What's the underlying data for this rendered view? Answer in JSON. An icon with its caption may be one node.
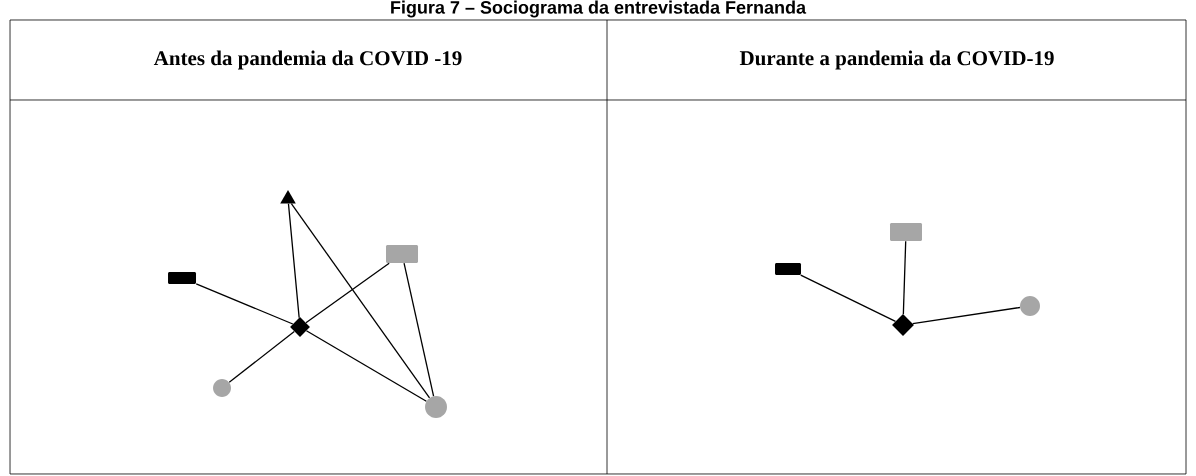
{
  "diagram": {
    "title": "Figura 7 – Sociograma da entrevistada Fernanda",
    "nodes": [
      {
        "text": [],
        "shape": "diamond"
      },
      {
        "text": [],
        "shape": "triangle"
      },
      {
        "text": [],
        "shape": "box"
      },
      {
        "text": [],
        "shape": "box"
      },
      {
        "text": [],
        "shape": "circle"
      },
      {
        "text": [],
        "shape": "circle"
      },
      {
        "text": [],
        "shape": "diamond"
      },
      {
        "text": [],
        "shape": "box"
      },
      {
        "text": [],
        "shape": "box"
      },
      {
        "text": [],
        "shape": "circle"
      }
    ],
    "edges": [
      {
        "from": 2,
        "to": 0,
        "arrow": "none"
      },
      {
        "from": 1,
        "to": 0,
        "arrow": "none"
      },
      {
        "from": 3,
        "to": 0,
        "arrow": "none"
      },
      {
        "from": 4,
        "to": 0,
        "arrow": "none"
      },
      {
        "from": 0,
        "to": 5,
        "arrow": "none"
      },
      {
        "from": 1,
        "to": 5,
        "arrow": "none"
      },
      {
        "from": 3,
        "to": 5,
        "arrow": "none"
      },
      {
        "from": 7,
        "to": 6,
        "arrow": "none"
      },
      {
        "from": 8,
        "to": 6,
        "arrow": "none"
      },
      {
        "from": 6,
        "to": 9,
        "arrow": "none"
      }
    ],
    "labels": [
      "Antes da pandemia da COVID -19",
      "Durante a pandemia da COVID-19"
    ]
  }
}
